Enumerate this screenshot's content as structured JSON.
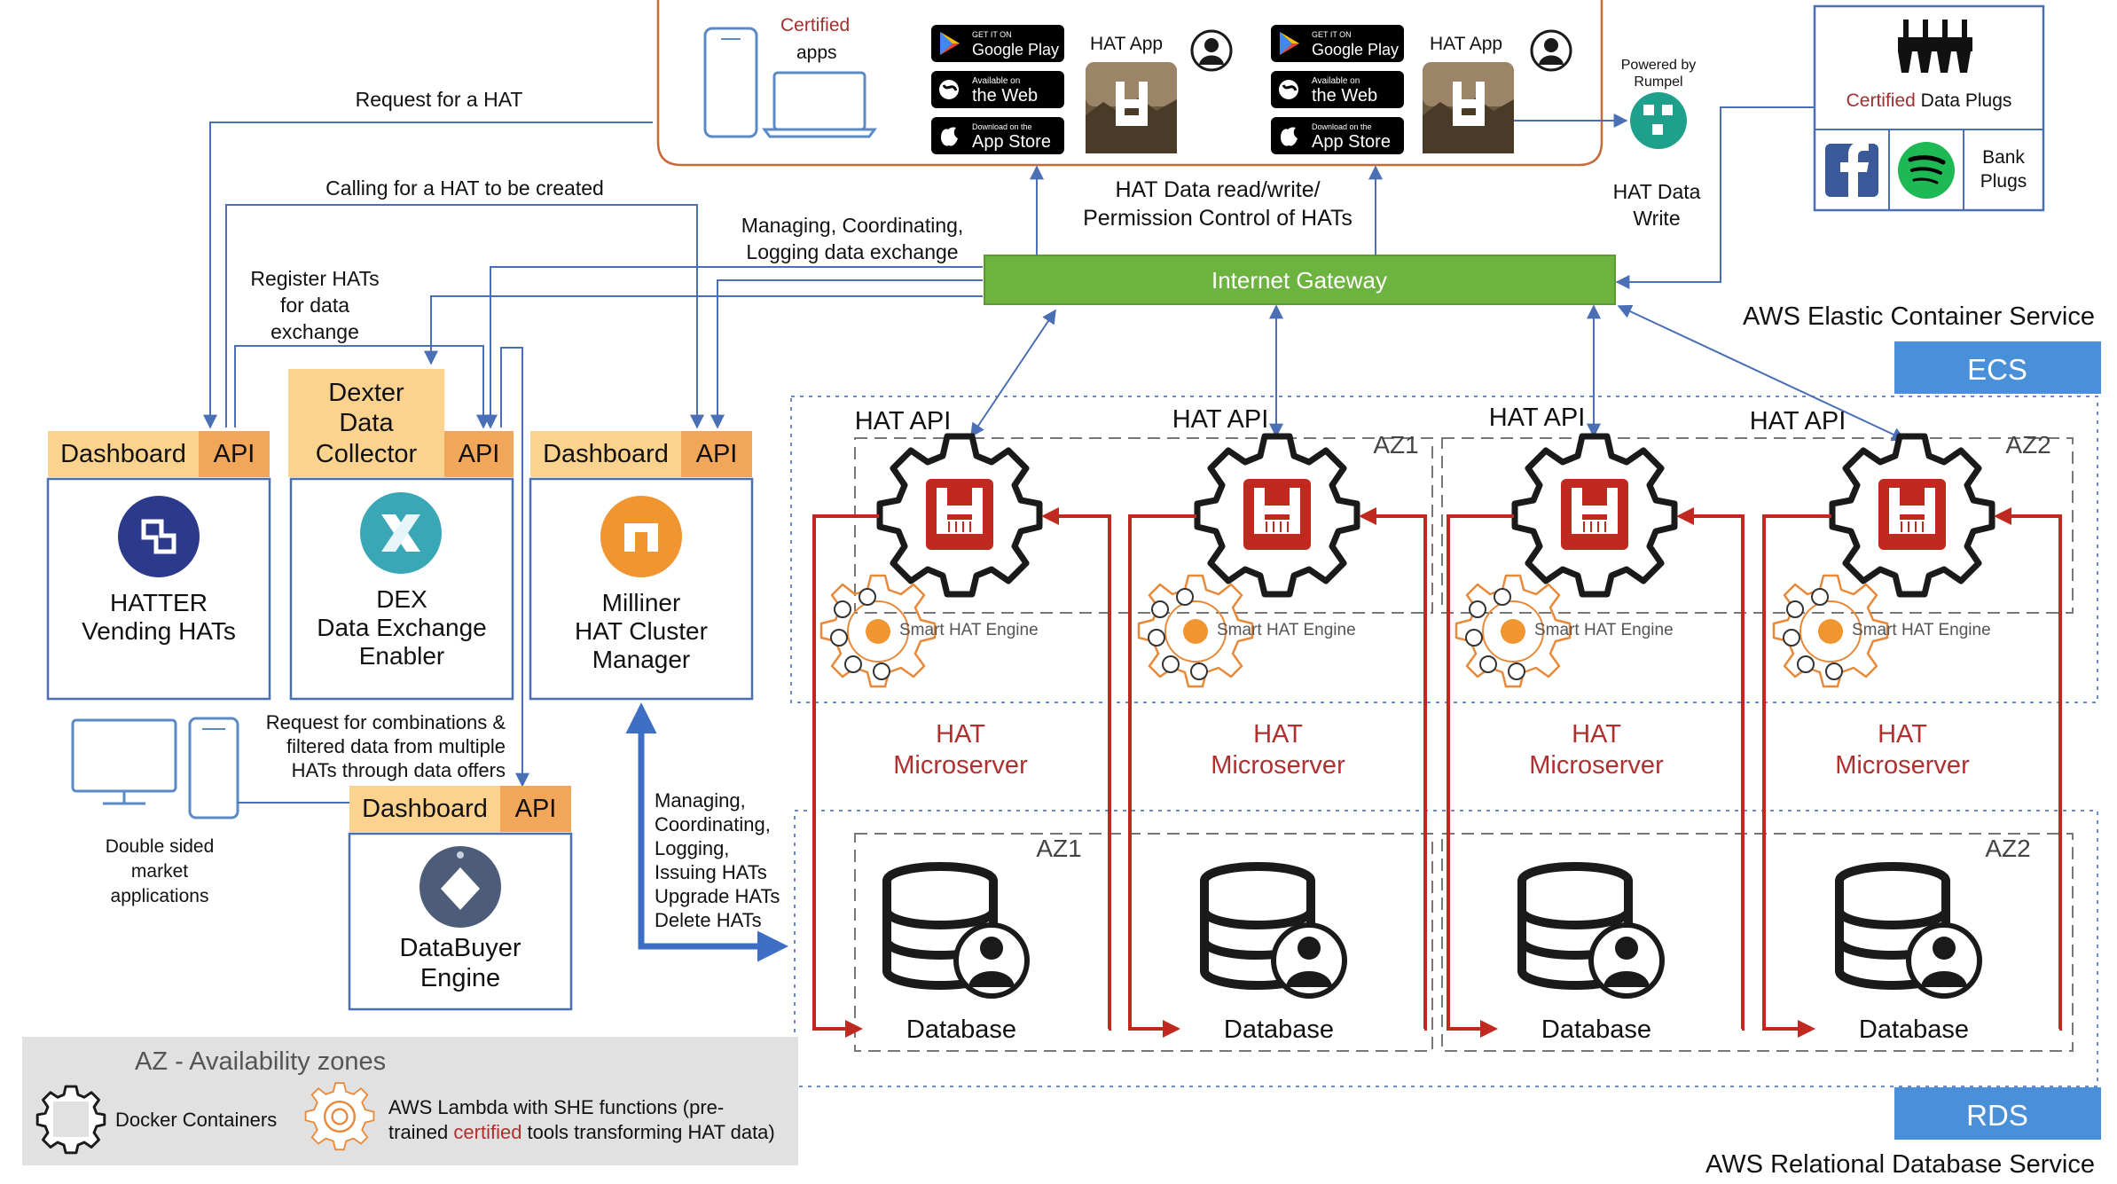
{
  "top_panel": {
    "certified": "Certified",
    "apps": "apps",
    "hat_app_1": "HAT App",
    "hat_app_2": "HAT App",
    "powered_by": "Powered by",
    "rumpel": "Rumpel",
    "store_google_small": "GET IT ON",
    "store_google": "Google Play",
    "store_web_small": "Available on",
    "store_web": "the Web",
    "store_apple_small": "Download on the",
    "store_apple": "App Store"
  },
  "data_plugs": {
    "certified": "Certified",
    "title": "Data Plugs",
    "bank": "Bank",
    "plugs": "Plugs"
  },
  "arrows": {
    "request_hat": "Request for a HAT",
    "calling_hat": "Calling for a HAT to be created",
    "register_1": "Register HATs",
    "register_2": "for data",
    "register_3": "exchange",
    "managing_1": "Managing, Coordinating,",
    "managing_2": "Logging data exchange",
    "hat_data_rw_1": "HAT Data read/write/",
    "hat_data_rw_2": "Permission Control of HATs",
    "hat_data_write_1": "HAT Data",
    "hat_data_write_2": "Write",
    "combos_1": "Request for combinations &",
    "combos_2": "filtered data from multiple",
    "combos_3": "HATs through data offers",
    "mgmt_1": "Managing,",
    "mgmt_2": "Coordinating,",
    "mgmt_3": "Logging,",
    "mgmt_4": "Issuing HATs",
    "mgmt_5": "Upgrade HATs",
    "mgmt_6": "Delete HATs"
  },
  "gateway": {
    "label": "Internet Gateway"
  },
  "aws": {
    "ecs_title": "AWS Elastic Container Service",
    "ecs": "ECS",
    "rds": "RDS",
    "rds_title": "AWS Relational Database Service",
    "az1": "AZ1",
    "az2": "AZ2"
  },
  "services": {
    "hatter": {
      "dashboard": "Dashboard",
      "api": "API",
      "name_1": "HATTER",
      "name_2": "Vending HATs"
    },
    "dex": {
      "title_1": "Dexter",
      "title_2": "Data",
      "title_3": "Collector",
      "api": "API",
      "name_1": "DEX",
      "name_2": "Data Exchange",
      "name_3": "Enabler"
    },
    "milliner": {
      "dashboard": "Dashboard",
      "api": "API",
      "name_1": "Milliner",
      "name_2": "HAT Cluster",
      "name_3": "Manager"
    },
    "databuyer": {
      "dashboard": "Dashboard",
      "api": "API",
      "name_1": "DataBuyer",
      "name_2": "Engine"
    }
  },
  "market": {
    "line_1": "Double sided",
    "line_2": "market",
    "line_3": "applications"
  },
  "microservers": [
    {
      "api": "HAT API",
      "engine": "Smart HAT Engine",
      "hat": "HAT",
      "microserver": "Microserver",
      "database": "Database"
    },
    {
      "api": "HAT API",
      "engine": "Smart HAT Engine",
      "hat": "HAT",
      "microserver": "Microserver",
      "database": "Database"
    },
    {
      "api": "HAT API",
      "engine": "Smart HAT Engine",
      "hat": "HAT",
      "microserver": "Microserver",
      "database": "Database"
    },
    {
      "api": "HAT API",
      "engine": "Smart HAT Engine",
      "hat": "HAT",
      "microserver": "Microserver",
      "database": "Database"
    }
  ],
  "legend": {
    "title": "AZ - Availability zones",
    "docker": "Docker Containers",
    "lambda_1": "AWS Lambda with SHE functions (pre-",
    "lambda_2a": "trained ",
    "lambda_2b": "certified",
    "lambda_2c": " tools transforming HAT data)"
  },
  "colors": {
    "orange_header": "#fcd28f",
    "api_orange": "#f2a65a",
    "gateway_green": "#6db33f",
    "aws_blue": "#4a90d9",
    "hat_red": "#c0291f",
    "line_blue": "#4a6fb5"
  }
}
